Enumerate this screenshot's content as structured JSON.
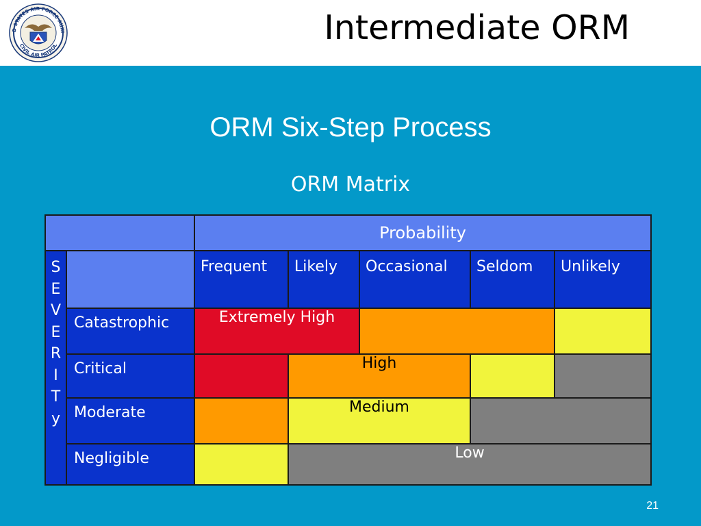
{
  "slide": {
    "title": "Intermediate ORM",
    "subtitle": "ORM Six-Step Process",
    "matrix_title": "ORM Matrix",
    "page_number": "21"
  },
  "logo": {
    "text_top": "UNITED STATES AIR FORCE AUXILIARY",
    "text_bottom": "CIVIL AIR PATROL",
    "icon": "civil-air-patrol-seal-icon"
  },
  "matrix": {
    "probability_label": "Probability",
    "severity_letters": [
      "S",
      "E",
      "V",
      "E",
      "R",
      "I",
      "T",
      "y"
    ],
    "columns": [
      "Frequent",
      "Likely",
      "Occasional",
      "Seldom",
      "Unlikely"
    ],
    "rows": [
      {
        "label": "Catastrophic",
        "cells": [
          {
            "text": "Extremely High",
            "color": "red",
            "span": 2
          },
          {
            "text": "",
            "color": "orange",
            "span": 2
          },
          {
            "text": "",
            "color": "yellow",
            "span": 1
          }
        ]
      },
      {
        "label": "Critical",
        "cells": [
          {
            "text": "",
            "color": "red",
            "span": 1
          },
          {
            "text": "High",
            "color": "orange",
            "span": 2
          },
          {
            "text": "",
            "color": "yellow",
            "span": 1
          },
          {
            "text": "",
            "color": "gray",
            "span": 1
          }
        ]
      },
      {
        "label": "Moderate",
        "cells": [
          {
            "text": "",
            "color": "orange",
            "span": 1
          },
          {
            "text": "Medium",
            "color": "yellow",
            "span": 2
          },
          {
            "text": "",
            "color": "gray",
            "span": 2
          }
        ]
      },
      {
        "label": "Negligible",
        "cells": [
          {
            "text": "",
            "color": "yellow",
            "span": 1
          },
          {
            "text": "Low",
            "color": "gray",
            "span": 4
          }
        ]
      }
    ]
  },
  "colors": {
    "background": "#0399c9",
    "table_blue": "#0a33cc",
    "header_light_blue": "#5b7ff0",
    "red": "#e00b26",
    "orange": "#ff9a00",
    "yellow": "#f1f43c",
    "gray": "#7f7f7f"
  }
}
